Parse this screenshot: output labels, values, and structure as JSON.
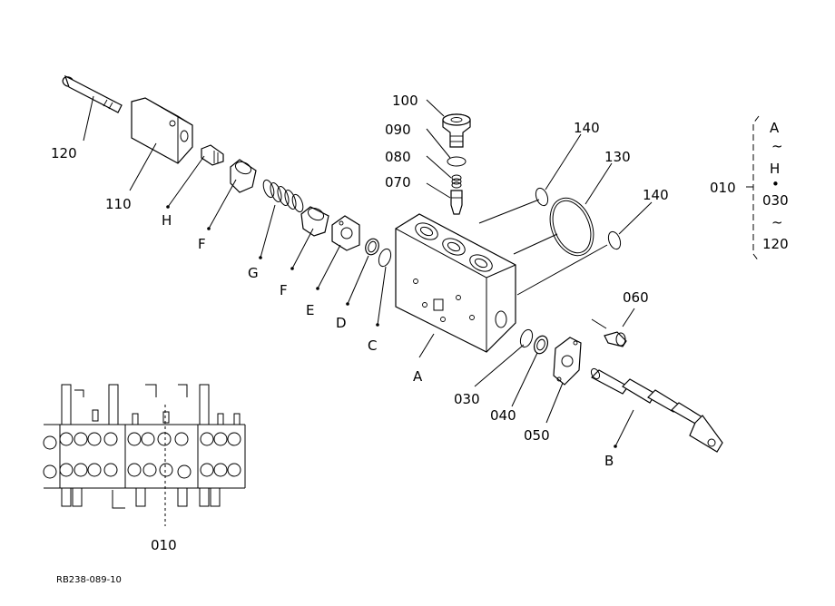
{
  "drawing_code": "RB238-089-10",
  "callouts": {
    "p100": "100",
    "p090": "090",
    "p080": "080",
    "p070": "070",
    "p140a": "140",
    "p130": "130",
    "p140b": "140",
    "p120": "120",
    "p110": "110",
    "pH": "H",
    "pF1": "F",
    "pG": "G",
    "pF2": "F",
    "pE": "E",
    "pD": "D",
    "pC": "C",
    "pA": "A",
    "p060": "060",
    "p030": "030",
    "p040": "040",
    "p050": "050",
    "pB": "B",
    "p010_bottom": "010"
  },
  "legend": {
    "ref": "010",
    "from_top": "A",
    "tilde_1": "~",
    "to_top": "H",
    "dot": "•",
    "from_bottom": "030",
    "tilde_2": "~",
    "to_bottom": "120"
  }
}
